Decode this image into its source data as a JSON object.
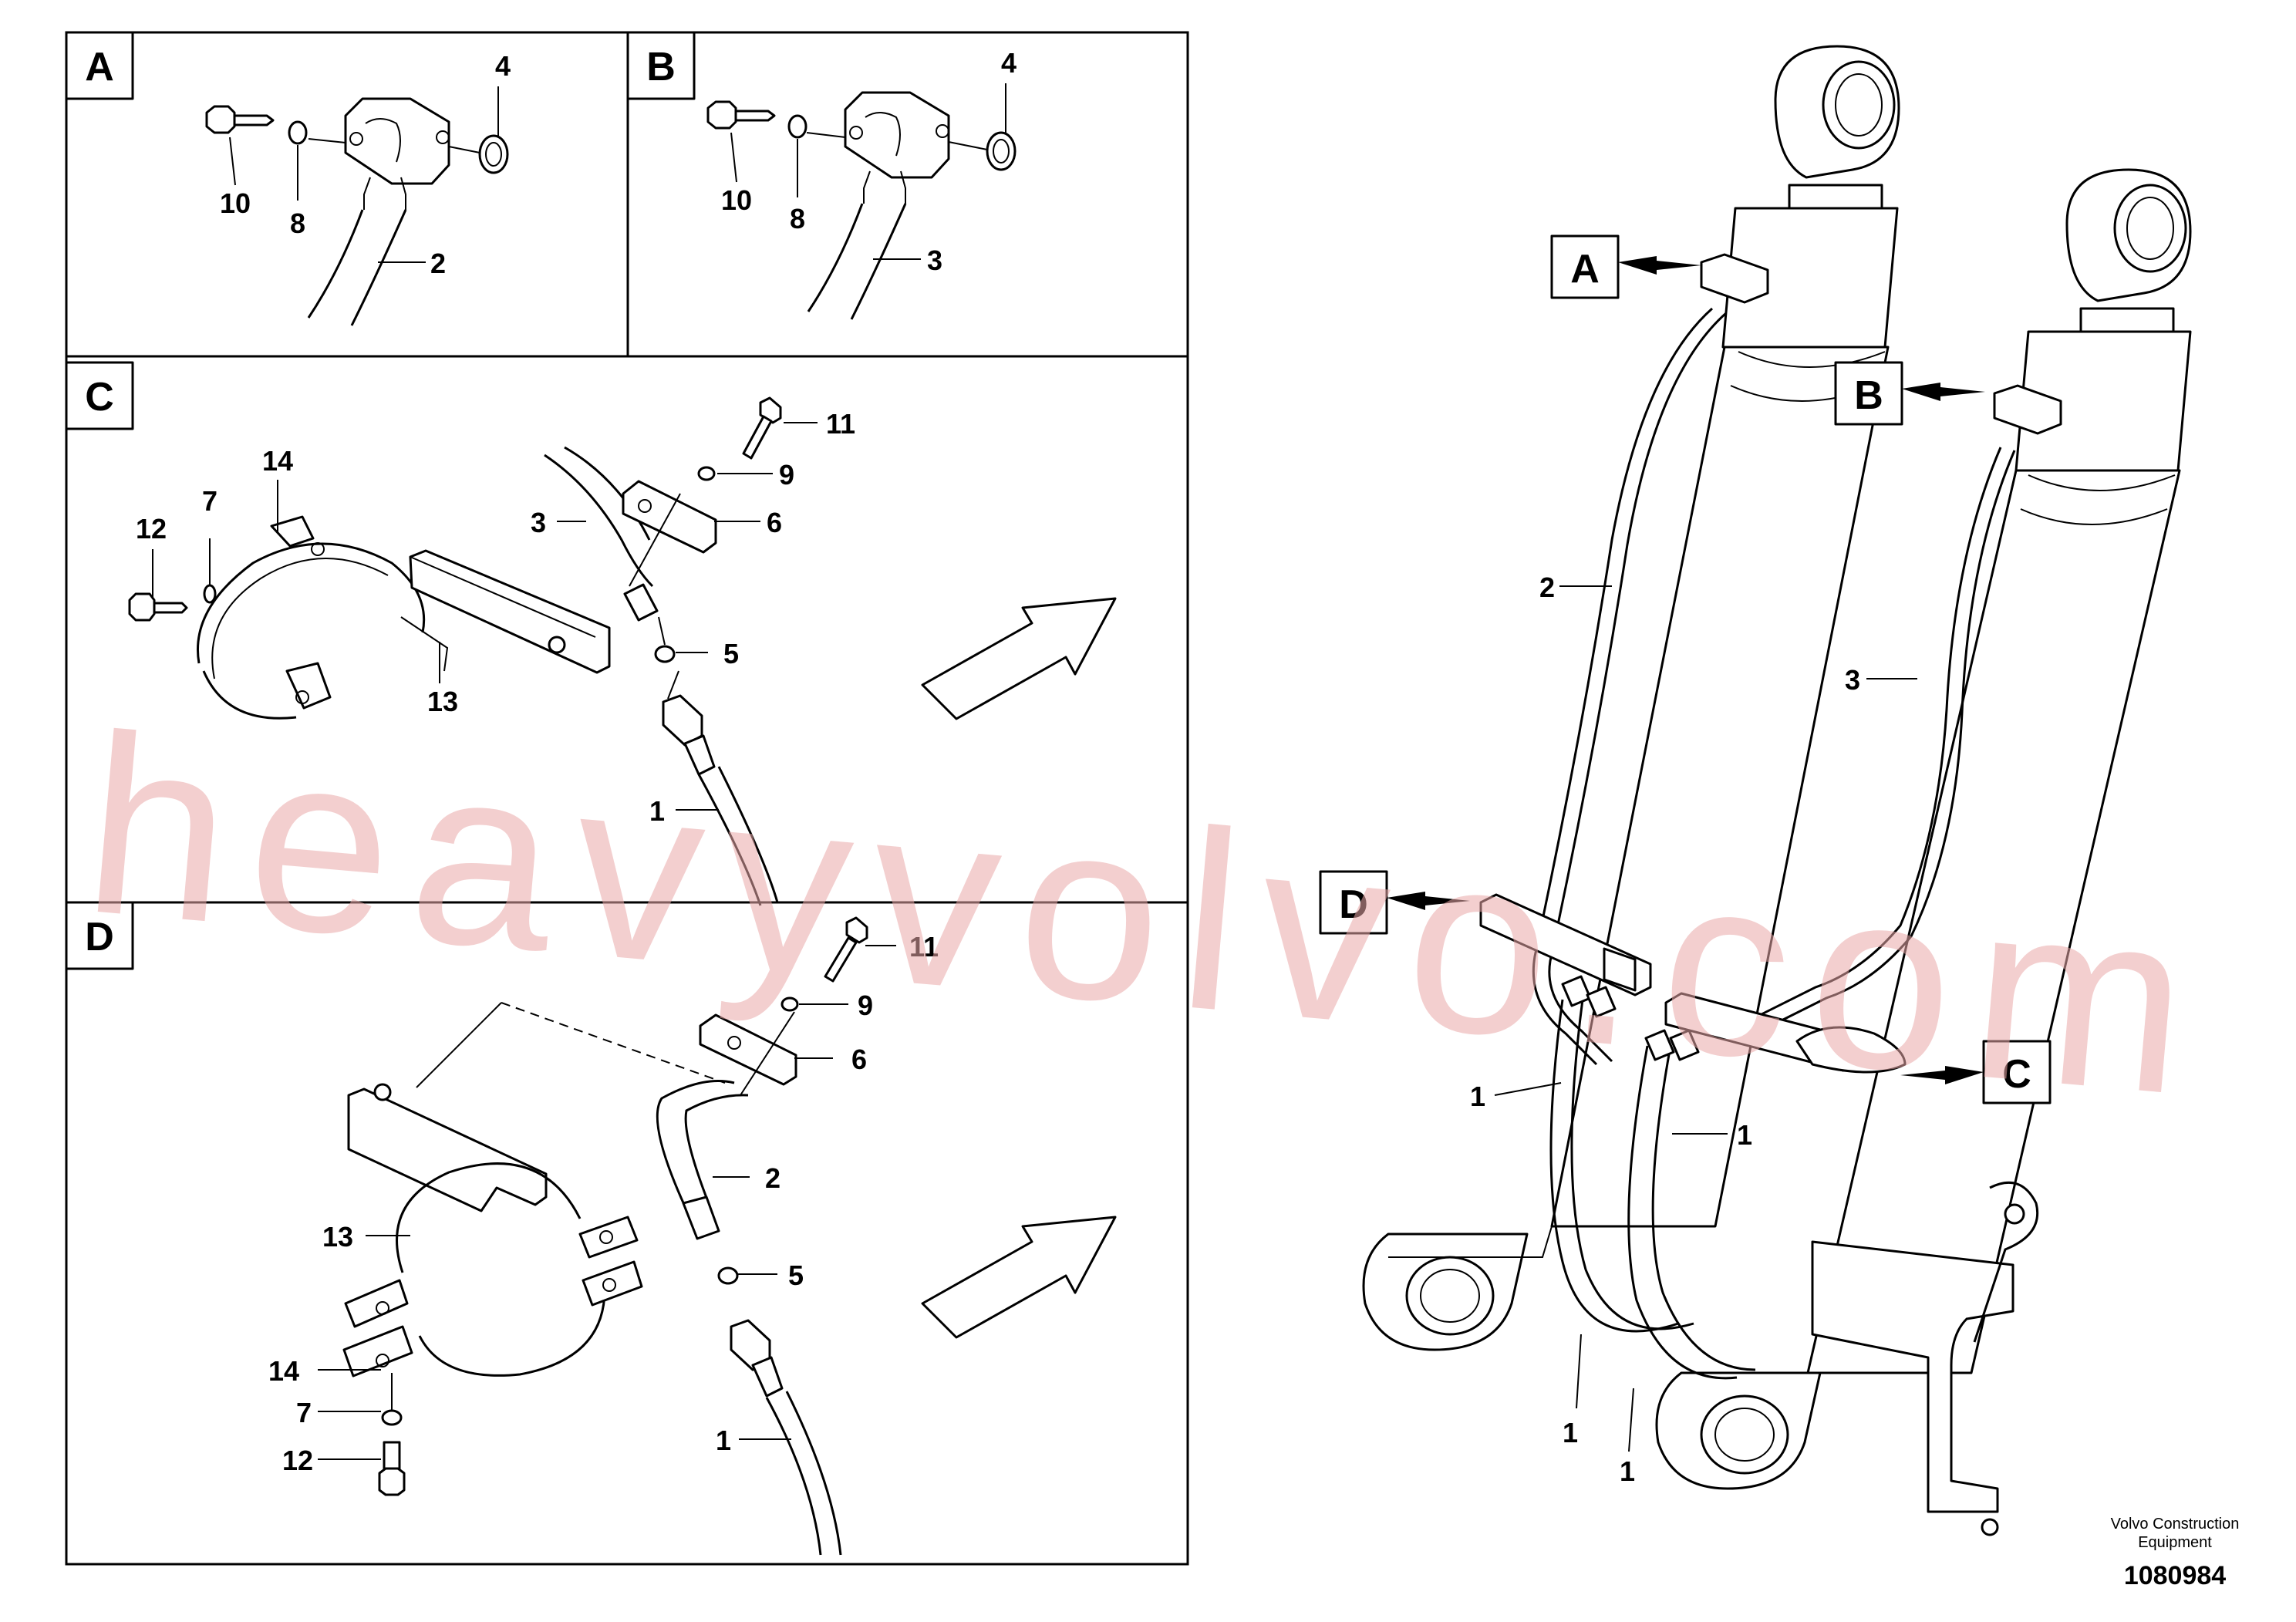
{
  "panels": [
    {
      "id": "A",
      "label": "A"
    },
    {
      "id": "B",
      "label": "B"
    },
    {
      "id": "C",
      "label": "C"
    },
    {
      "id": "D",
      "label": "D"
    }
  ],
  "callouts": {
    "a_10": "10",
    "a_8": "8",
    "a_4": "4",
    "a_2": "2",
    "b_10": "10",
    "b_8": "8",
    "b_4": "4",
    "b_3": "3",
    "c_14": "14",
    "c_7": "7",
    "c_12": "12",
    "c_13": "13",
    "c_3": "3",
    "c_11": "11",
    "c_9": "9",
    "c_6": "6",
    "c_5": "5",
    "c_1": "1",
    "d_11": "11",
    "d_9": "9",
    "d_6": "6",
    "d_2": "2",
    "d_13": "13",
    "d_5": "5",
    "d_14": "14",
    "d_7": "7",
    "d_12": "12",
    "d_1": "1",
    "m_2": "2",
    "m_3": "3",
    "m_1a": "1",
    "m_1b": "1",
    "m_1c": "1",
    "m_1d": "1"
  },
  "view_markers": {
    "A": "A",
    "B": "B",
    "C": "C",
    "D": "D"
  },
  "watermark": "heavyvolvo.com",
  "credit_line1": "Volvo Construction",
  "credit_line2": "Equipment",
  "document_number": "1080984"
}
